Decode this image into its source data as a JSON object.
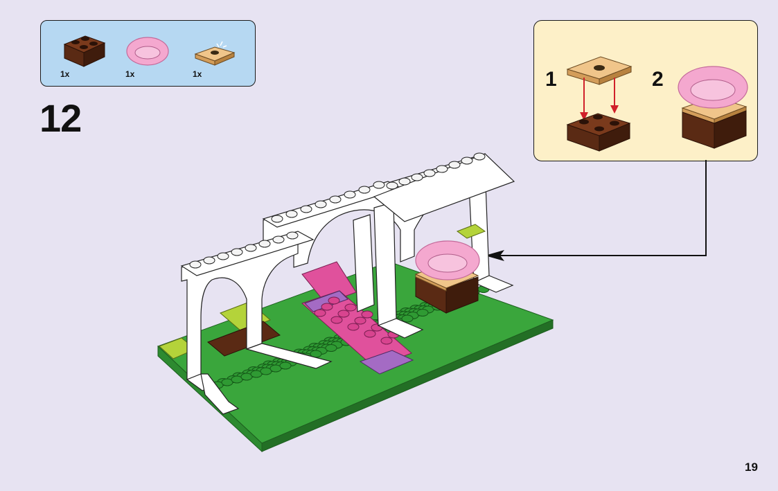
{
  "parts_list": {
    "items": [
      {
        "icon": "brown-brick-2x2-icon",
        "qty": "1x"
      },
      {
        "icon": "pink-dish-icon",
        "qty": "1x"
      },
      {
        "icon": "tan-plate-2x2-icon",
        "qty": "1x"
      }
    ]
  },
  "step": {
    "number": "12"
  },
  "sub_assembly": {
    "steps": [
      {
        "number": "1",
        "icon": "plate-onto-brick-icon"
      },
      {
        "number": "2",
        "icon": "dish-on-brick-icon"
      }
    ]
  },
  "page": {
    "number": "19"
  },
  "colors": {
    "background": "#e7e3f2",
    "parts_box": "#b6d8f2",
    "sub_box": "#fdf0c8",
    "green": "#3aa63c",
    "brown": "#5a2a14",
    "pink": "#f4a8cf",
    "magenta": "#e0519c",
    "lavender": "#a46bc4",
    "tan": "#e2b476",
    "arrow": "#d0202a"
  }
}
